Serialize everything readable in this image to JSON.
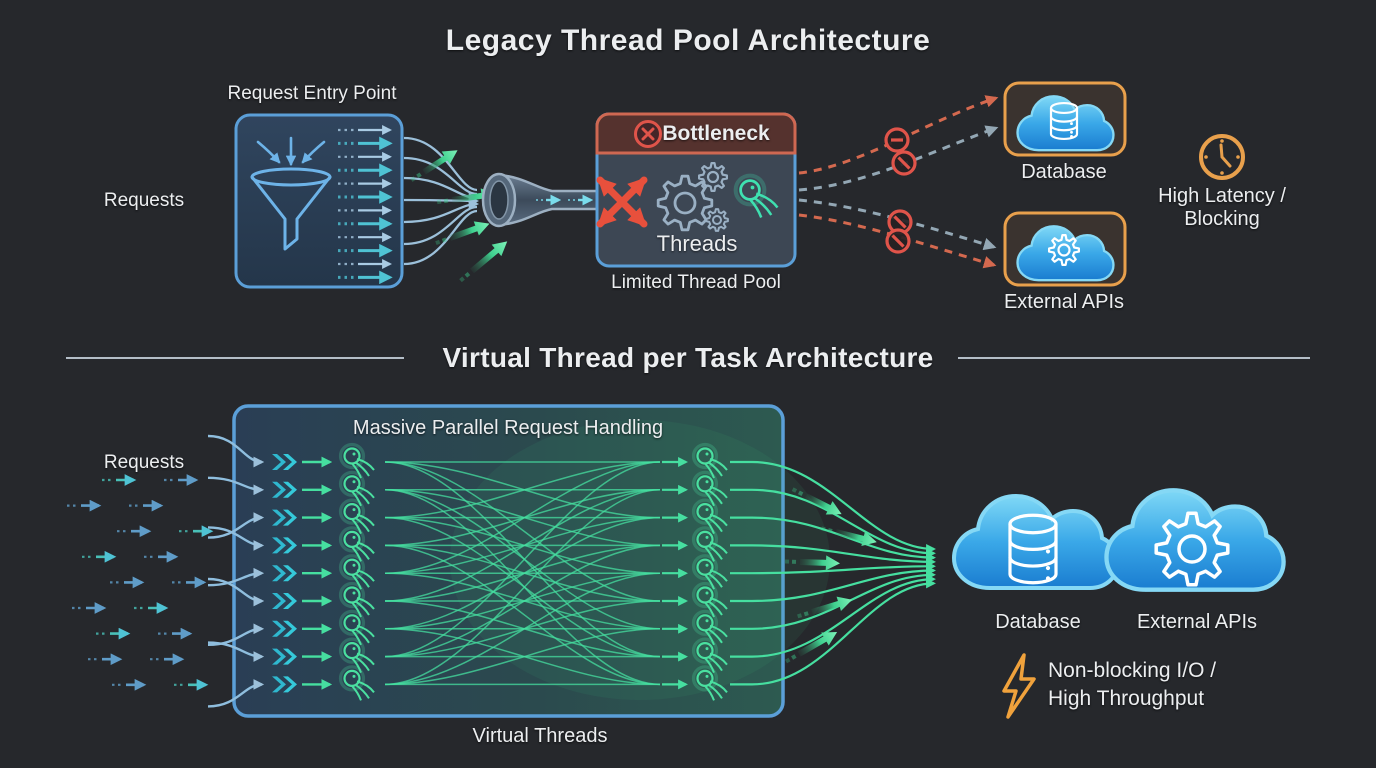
{
  "legacy": {
    "title": "Legacy Thread Pool Architecture",
    "requests_label": "Requests",
    "entry_point_label": "Request Entry Point",
    "bottleneck_label": "Bottleneck",
    "threads_label": "Threads",
    "pool_caption": "Limited Thread Pool",
    "database_label": "Database",
    "external_apis_label": "External APIs",
    "latency_line1": "High Latency /",
    "latency_line2": "Blocking"
  },
  "virtual": {
    "title": "Virtual Thread per Task Architecture",
    "requests_label": "Requests",
    "box_title": "Massive Parallel Request Handling",
    "box_caption": "Virtual Threads",
    "database_label": "Database",
    "external_apis_label": "External APIs",
    "throughput_line1": "Non-blocking I/O /",
    "throughput_line2": "High Throughput"
  },
  "icons": {
    "funnel": "funnel-icon",
    "error_circle": "circle-x-icon ⊗",
    "no_entry": "no-entry-icon ⊘",
    "gears": "gear-icon ⚙",
    "virtual_thread": "thread-squid-icon",
    "clock": "clock-icon 🕐",
    "cloud_database": "cloud-database-icon",
    "cloud_gear": "cloud-gear-icon",
    "lightning": "lightning-icon ⚡",
    "chevron": "double-chevron-icon »"
  },
  "colors": {
    "background": "#26282c",
    "panel_blue_border": "#5b9fd8",
    "funnel_blue": "#6db3e8",
    "warning_orange": "#e8a04c",
    "error_red": "#e0544a",
    "dashed_orange": "#d4694f",
    "dashed_gray": "#93a7b4",
    "thread_green": "#46dfa0",
    "chevron_teal": "#35c9da",
    "cloud_blue_top": "#7fd8f6",
    "cloud_blue_bottom": "#1a7cd0",
    "text": "#eceef0"
  }
}
